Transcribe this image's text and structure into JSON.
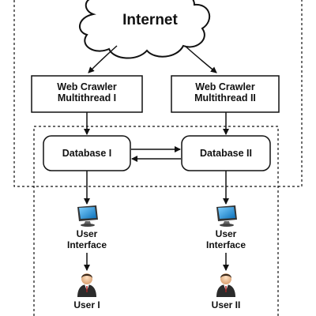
{
  "internet": {
    "label": "Internet"
  },
  "crawlers": [
    {
      "line1": "Web Crawler",
      "line2": "Multithread I"
    },
    {
      "line1": "Web Crawler",
      "line2": "Multithread II"
    }
  ],
  "databases": [
    {
      "label": "Database I"
    },
    {
      "label": "Database II"
    }
  ],
  "interfaces": [
    {
      "line1": "User",
      "line2": "Interface"
    },
    {
      "line1": "User",
      "line2": "Interface"
    }
  ],
  "users": [
    {
      "label": "User I"
    },
    {
      "label": "User II"
    }
  ],
  "colors": {
    "line": "#111111",
    "box_fill": "#ffffff",
    "monitor_screen": "#1a8fd8",
    "user_body": "#2b2b2b",
    "user_face": "#f2c9a0"
  }
}
